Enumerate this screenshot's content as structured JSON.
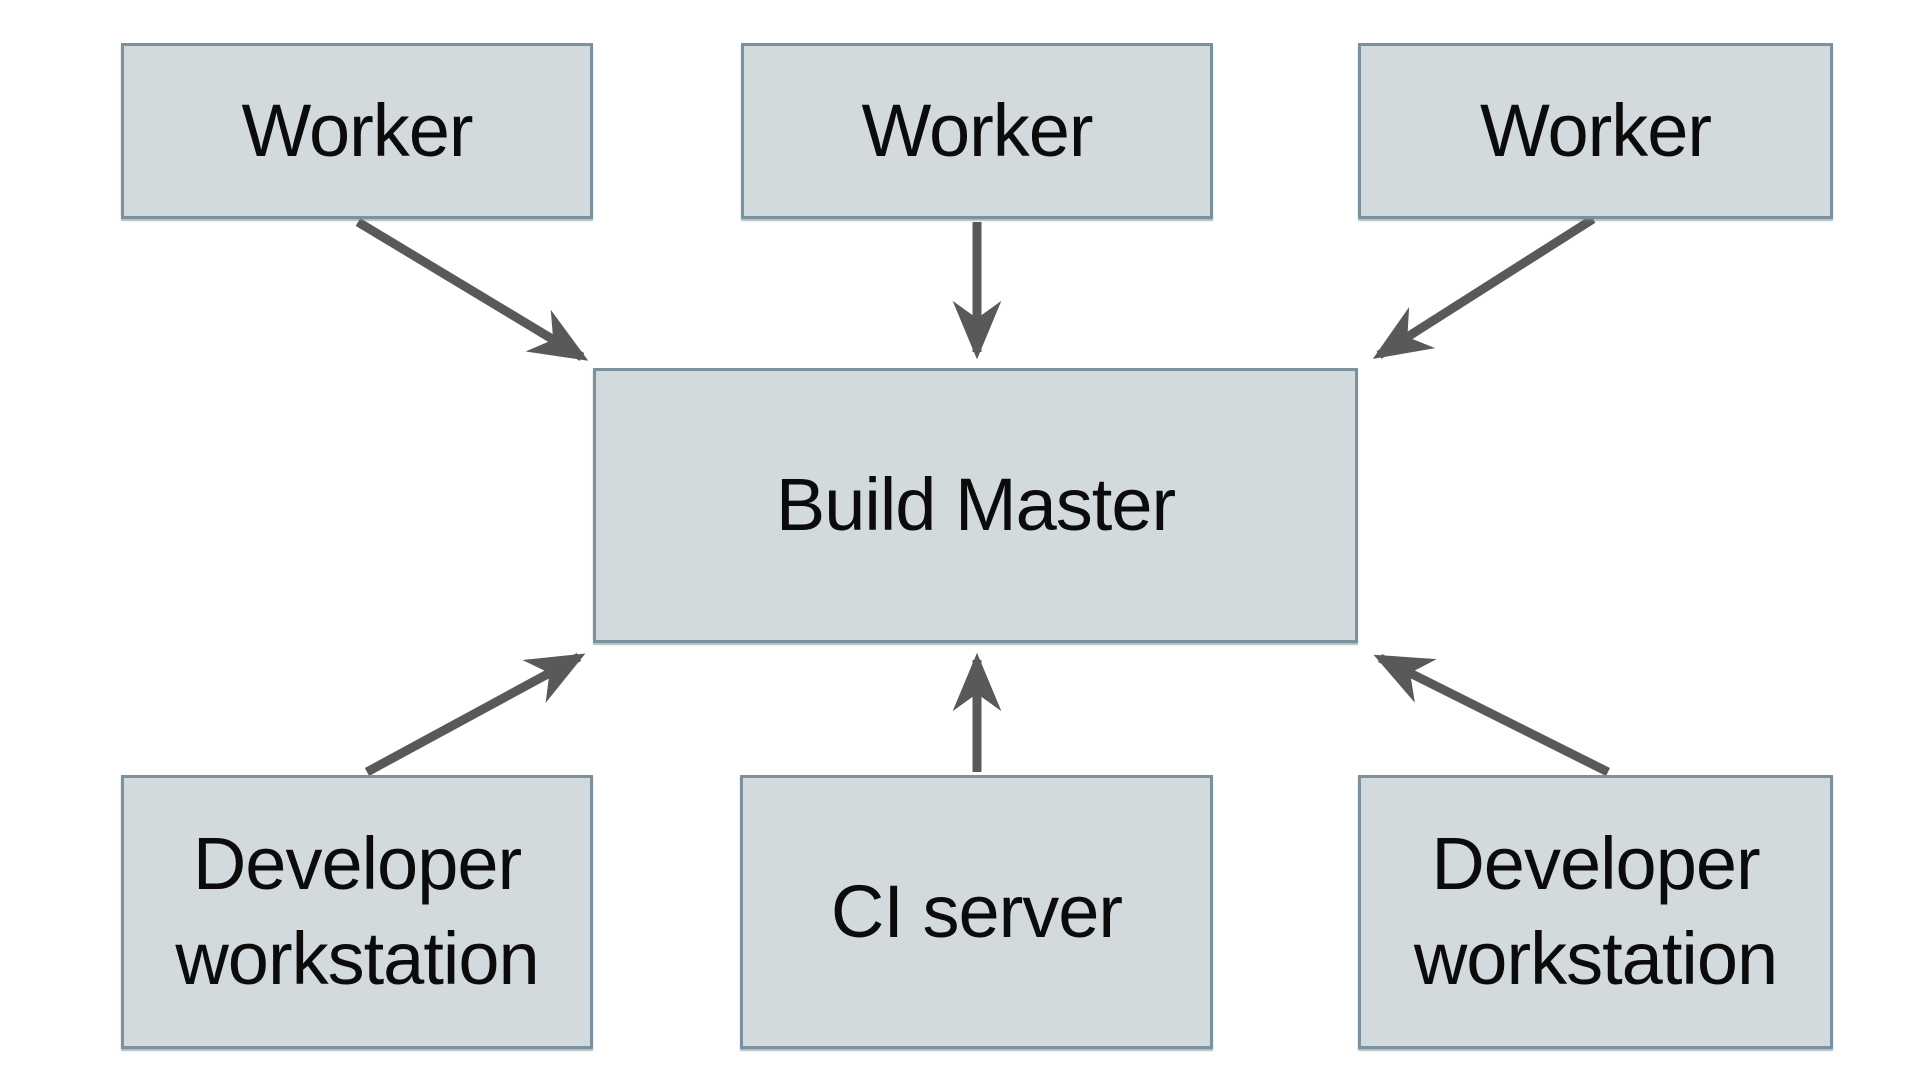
{
  "diagram": {
    "description": "Build system architecture diagram: three Worker nodes feed into a central Build Master; two Developer workstations and a CI server feed into the Build Master from below.",
    "background_color": "#ffffff",
    "node_style": {
      "fill": "#d3dadd",
      "border_color": "#7b929e",
      "text_color": "#0b0b0b"
    },
    "arrow_color": "#595959",
    "nodes": [
      {
        "id": "worker-1",
        "label": "Worker",
        "row": "top"
      },
      {
        "id": "worker-2",
        "label": "Worker",
        "row": "top"
      },
      {
        "id": "worker-3",
        "label": "Worker",
        "row": "top"
      },
      {
        "id": "build-master",
        "label": "Build Master",
        "row": "middle"
      },
      {
        "id": "developer-workstation-1",
        "label": "Developer workstation",
        "row": "bottom"
      },
      {
        "id": "ci-server",
        "label": "CI server",
        "row": "bottom"
      },
      {
        "id": "developer-workstation-2",
        "label": "Developer workstation",
        "row": "bottom"
      }
    ],
    "edges": [
      {
        "from": "worker-1",
        "to": "build-master"
      },
      {
        "from": "worker-2",
        "to": "build-master"
      },
      {
        "from": "worker-3",
        "to": "build-master"
      },
      {
        "from": "developer-workstation-1",
        "to": "build-master"
      },
      {
        "from": "ci-server",
        "to": "build-master"
      },
      {
        "from": "developer-workstation-2",
        "to": "build-master"
      }
    ]
  }
}
